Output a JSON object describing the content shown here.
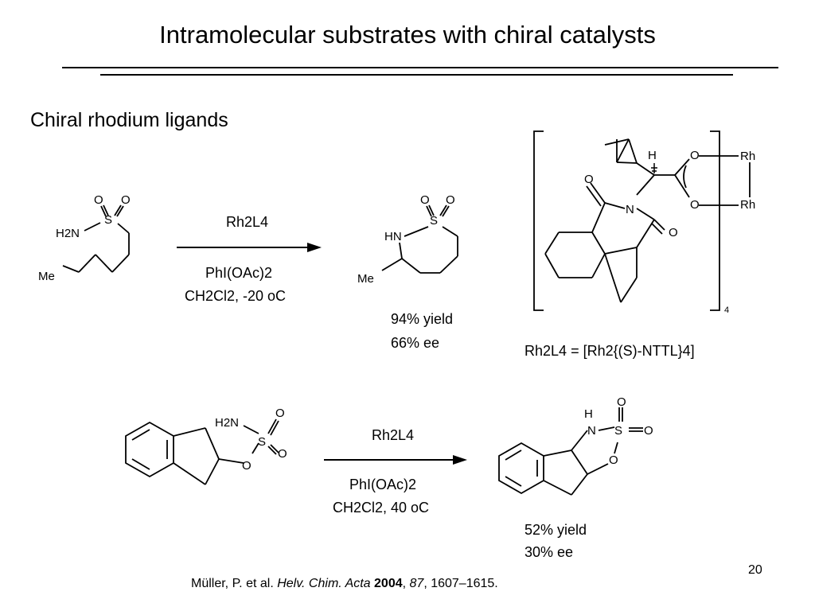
{
  "slide": {
    "title": "Intramolecular substrates with chiral catalysts",
    "section_heading": "Chiral rhodium ligands",
    "page_number": "20"
  },
  "reaction1": {
    "catalyst": "Rh2L4",
    "oxidant": "PhI(OAc)2",
    "conditions": "CH2Cl2, -20 oC",
    "yield": "94% yield",
    "ee": "66% ee"
  },
  "reaction2": {
    "catalyst": "Rh2L4",
    "oxidant": "PhI(OAc)2",
    "conditions": "CH2Cl2, 40 oC",
    "yield": "52% yield",
    "ee": "30% ee"
  },
  "catalyst_definition": {
    "lhs": "Rh2L4",
    "rhs": "[Rh2{(S)-NTTL}4]",
    "bracket_subscript": "4"
  },
  "citation": {
    "authors": "Müller, P. et al.",
    "journal": "Helv. Chim. Acta",
    "year": "2004",
    "volume": "87",
    "pages": "1607–1615."
  },
  "atom_labels": {
    "O": "O",
    "S": "S",
    "N": "N",
    "H": "H",
    "NH2": "H2N",
    "NH": "HN",
    "Me": "Me",
    "Rh": "Rh"
  }
}
